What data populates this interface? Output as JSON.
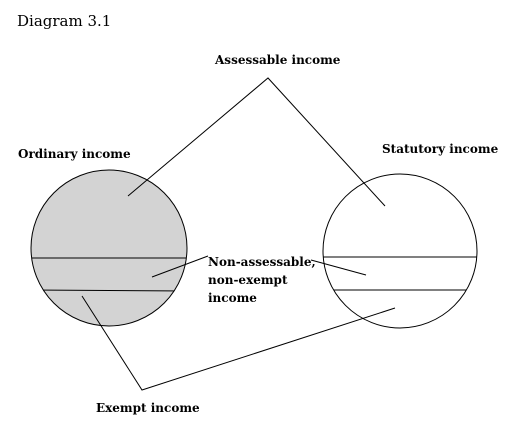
{
  "diagram": {
    "title": "Diagram 3.1",
    "labels": {
      "assessable": "Assessable income",
      "ordinary": "Ordinary income",
      "statutory": "Statutory income",
      "non_assessable_line1": "Non-assessable,",
      "non_assessable_line2": "non-exempt",
      "non_assessable_line3": "income",
      "exempt": "Exempt income"
    },
    "colors": {
      "ordinary_fill": "#d3d3d3",
      "statutory_fill": "#ffffff",
      "stroke": "#000000"
    }
  }
}
